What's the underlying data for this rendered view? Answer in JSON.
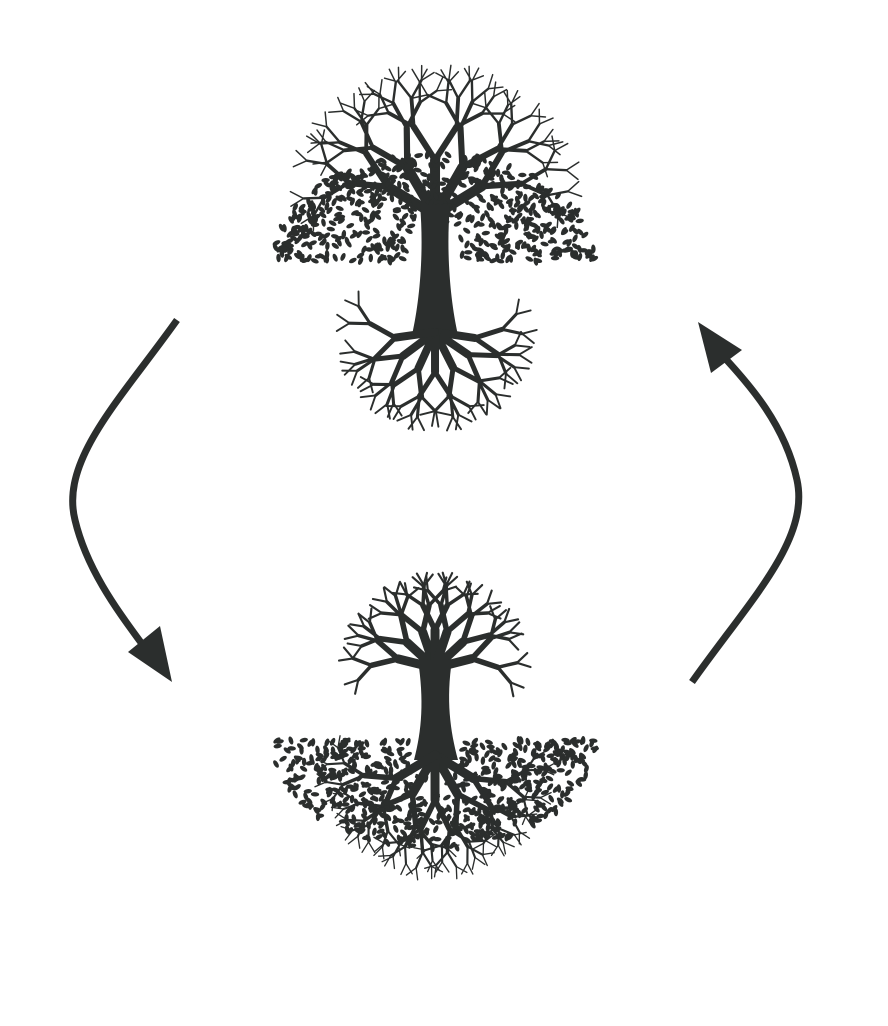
{
  "diagram": {
    "type": "cycle",
    "nodes": [
      {
        "id": "leafy-tree",
        "icon": "tree-with-leaves-icon"
      },
      {
        "id": "inverted-tree",
        "icon": "tree-with-leafy-roots-icon"
      }
    ],
    "edges": [
      {
        "from": "leafy-tree",
        "to": "inverted-tree",
        "side": "left"
      },
      {
        "from": "inverted-tree",
        "to": "leafy-tree",
        "side": "right"
      }
    ]
  },
  "colors": {
    "ink": "#2b2e2d",
    "background": "#ffffff"
  }
}
